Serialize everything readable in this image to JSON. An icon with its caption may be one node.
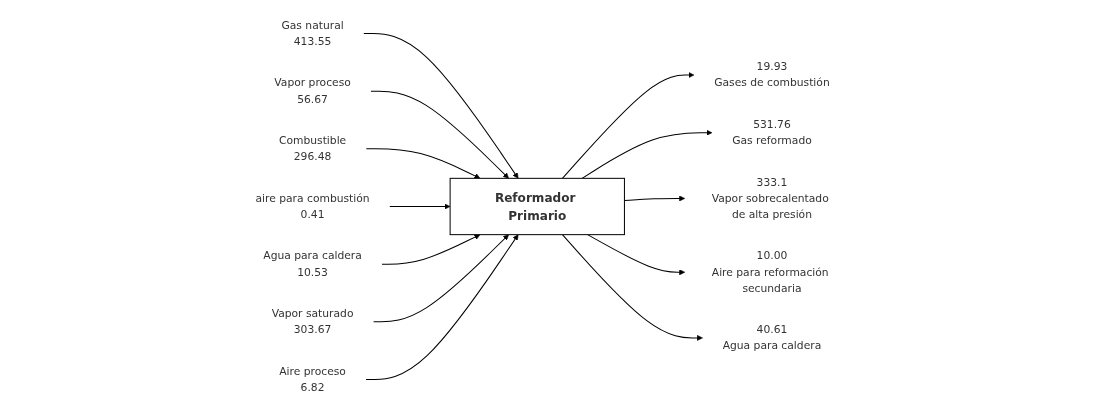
{
  "diagram": {
    "nodes": [
      {
        "text": [
          "Reformador Primario"
        ]
      },
      {
        "text": [
          "Gas natural",
          "413.55"
        ]
      },
      {
        "text": [
          "Vapor proceso",
          "56.67"
        ]
      },
      {
        "text": [
          "Combustible",
          "296.48"
        ]
      },
      {
        "text": [
          "aire para combustión",
          "0.41"
        ]
      },
      {
        "text": [
          "Agua para caldera",
          "10.53"
        ]
      },
      {
        "text": [
          "Vapor saturado",
          "303.67"
        ]
      },
      {
        "text": [
          "Aire proceso",
          "6.82"
        ]
      },
      {
        "text": [
          "19.93",
          "Gases de combustión"
        ]
      },
      {
        "text": [
          "531.76",
          "Gas reformado"
        ]
      },
      {
        "text": [
          "333.1",
          "Vapor sobrecalentado de alta presión"
        ]
      },
      {
        "text": [
          "10.00",
          "Aire para reformación secundaria"
        ]
      },
      {
        "text": [
          "40.61",
          "Agua para caldera"
        ]
      }
    ],
    "edges": [
      {
        "from": 1,
        "to": 0,
        "arrow": "to"
      },
      {
        "from": 2,
        "to": 0,
        "arrow": "to"
      },
      {
        "from": 3,
        "to": 0,
        "arrow": "to"
      },
      {
        "from": 4,
        "to": 0,
        "arrow": "to"
      },
      {
        "from": 5,
        "to": 0,
        "arrow": "to"
      },
      {
        "from": 6,
        "to": 0,
        "arrow": "to"
      },
      {
        "from": 7,
        "to": 0,
        "arrow": "to"
      },
      {
        "from": 0,
        "to": 8,
        "arrow": "to"
      },
      {
        "from": 0,
        "to": 9,
        "arrow": "to"
      },
      {
        "from": 0,
        "to": 10,
        "arrow": "to"
      },
      {
        "from": 0,
        "to": 11,
        "arrow": "to"
      },
      {
        "from": 0,
        "to": 12,
        "arrow": "to"
      }
    ]
  }
}
